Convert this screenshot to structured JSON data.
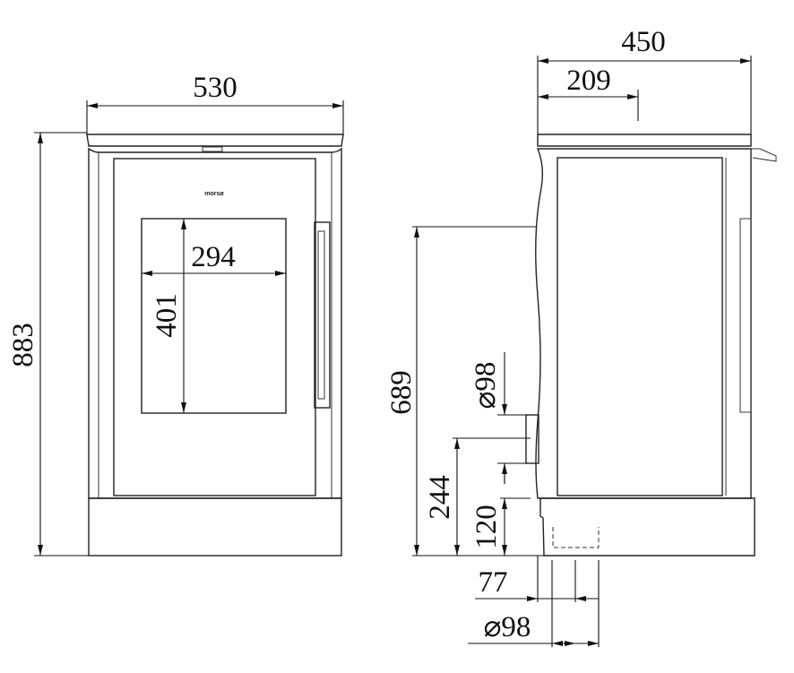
{
  "title": "Stove dimension drawing",
  "logo_text": "morsø",
  "front_view": {
    "width": "530",
    "height": "883",
    "window_width": "294",
    "window_height": "401"
  },
  "side_view": {
    "depth": "450",
    "flue_center_from_back_top": "209",
    "rear_outlet_height": "689",
    "rear_outlet_diameter": "⌀98",
    "rear_flue_center_height": "244",
    "base_height": "120",
    "bottom_outlet_offset": "77",
    "bottom_outlet_diameter": "⌀98"
  }
}
